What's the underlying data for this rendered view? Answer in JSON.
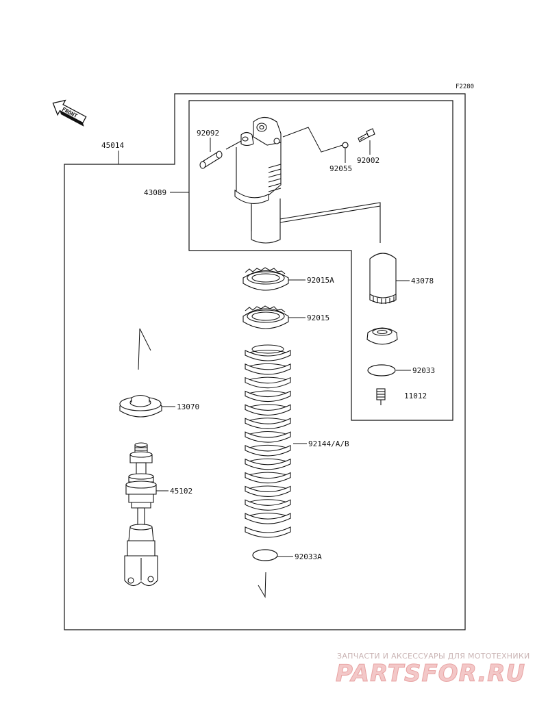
{
  "figure_code": "F2280",
  "front_label": "FRONT",
  "parts": {
    "assembly": "45014",
    "sub_assembly": "43089",
    "bushing": "92092",
    "bolt": "92002",
    "o_ring": "92055",
    "nut_upper": "92015A",
    "nut_lower": "92015",
    "reservoir_cap": "43078",
    "circlip_upper": "92033",
    "valve": "11012",
    "seat": "13070",
    "shock_body": "45102",
    "spring": "92144/A/B",
    "circlip_lower": "92033A"
  },
  "watermark": {
    "tagline": "ЗАПЧАСТИ И АКСЕССУАРЫ ДЛЯ МОТОТЕХНИКИ",
    "logo": "PARTSFOR.RU"
  },
  "colors": {
    "line": "#111111",
    "watermark_text": "#c9b3b3",
    "watermark_logo": "#f3c8c8"
  }
}
